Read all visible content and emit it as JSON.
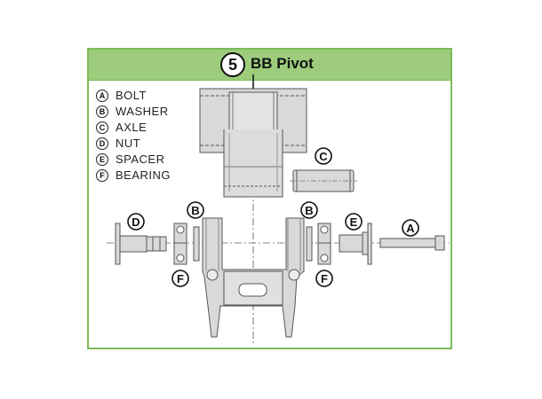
{
  "header": {
    "step_number": "5",
    "title": "BB Pivot",
    "color": "#9ccc7c",
    "border_color": "#7dbb5a"
  },
  "legend": [
    {
      "key": "A",
      "label": "BOLT"
    },
    {
      "key": "B",
      "label": "WASHER"
    },
    {
      "key": "C",
      "label": "AXLE"
    },
    {
      "key": "D",
      "label": "NUT"
    },
    {
      "key": "E",
      "label": "SPACER"
    },
    {
      "key": "F",
      "label": "BEARING"
    }
  ],
  "callouts": {
    "c_axle": "C",
    "d_nut": "D",
    "b_left": "B",
    "b_right": "B",
    "e_spacer": "E",
    "a_bolt": "A",
    "f_left": "F",
    "f_right": "F"
  }
}
